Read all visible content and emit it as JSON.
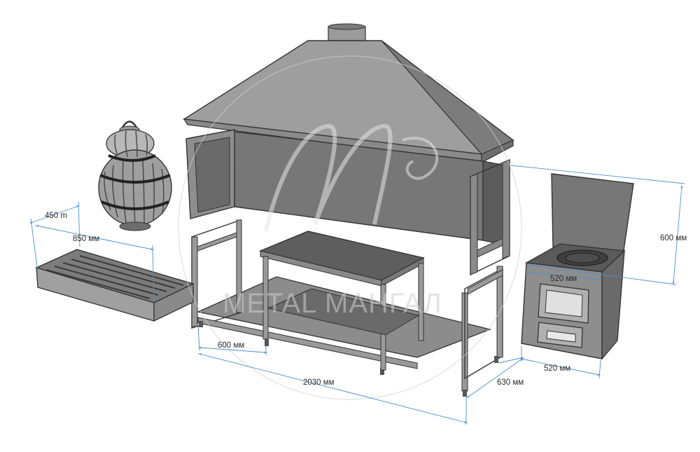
{
  "dimensions": {
    "grill_depth": "450 m",
    "grill_width": "850 мм",
    "frame_depth": "600 мм",
    "frame_length": "2030 мм",
    "stand_depth": "630 мм",
    "hood_height": "600 мм",
    "stove_top_width": "520 мм",
    "stove_base_width": "520 мм"
  },
  "watermark": {
    "text": "METAL МАНГАЛ"
  },
  "colors": {
    "dimension_line": "#4a90d0",
    "metal_dark": "#4a4a4a",
    "metal_mid": "#808080",
    "metal_light": "#a8a8a8",
    "watermark": "#d8d8d8"
  }
}
